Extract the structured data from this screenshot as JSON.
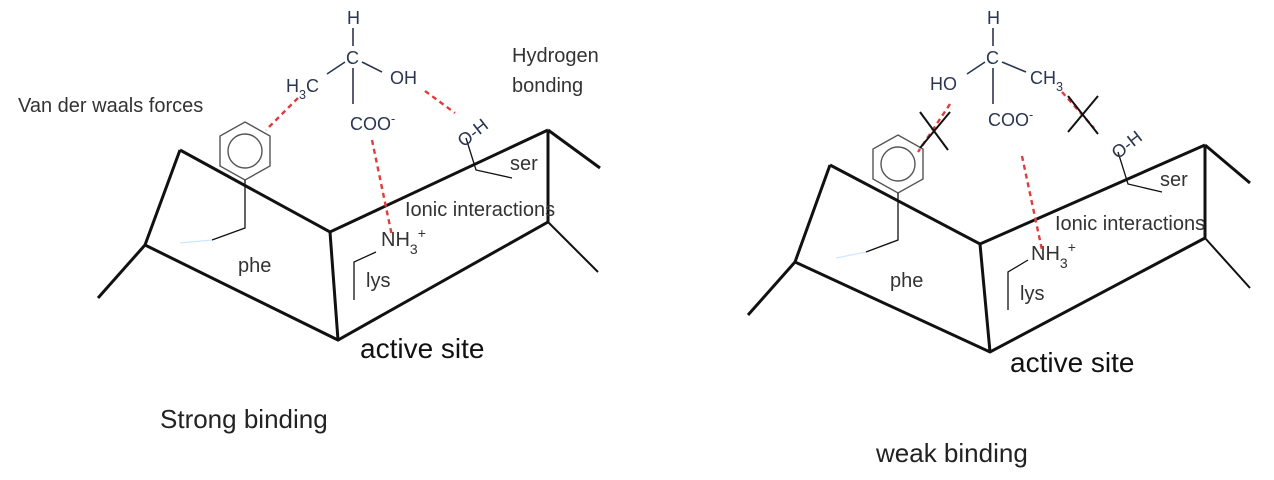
{
  "strong": {
    "hydrogen": "H",
    "carbon": "C",
    "methyl": "H3C",
    "hydroxyl": "OH",
    "carboxylate": "COO-",
    "ser_oh": "O-H",
    "label_vdw": "Van der waals forces",
    "label_hbond_1": "Hydrogen",
    "label_hbond_2": "bonding",
    "label_ionic": "Ionic interactions",
    "ammonium": "NH3+",
    "ser": "ser",
    "phe": "phe",
    "lys": "lys",
    "active_site": "active site",
    "caption": "Strong binding"
  },
  "weak": {
    "hydrogen": "H",
    "carbon": "C",
    "methyl": "CH3",
    "hydroxyl": "HO",
    "carboxylate": "COO-",
    "ser_oh": "O-H",
    "label_ionic": "Ionic interactions",
    "ammonium": "NH3+",
    "ser": "ser",
    "phe": "phe",
    "lys": "lys",
    "active_site": "active site",
    "caption": "weak binding"
  }
}
